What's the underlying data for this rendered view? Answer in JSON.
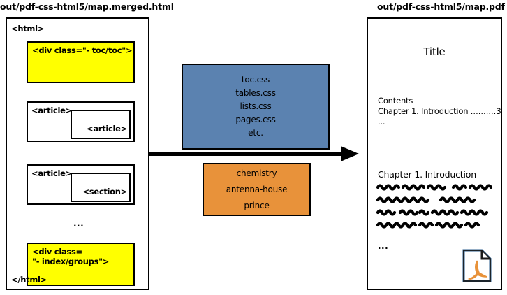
{
  "captions": {
    "left": "out/pdf-css-html5/map.merged.html",
    "right": "out/pdf-css-html5/map.pdf"
  },
  "colors": {
    "yellow_highlight": "#ffff00",
    "css_box_blue": "#5b82b0",
    "engine_box_orange": "#e8923a",
    "outline_black": "#000000",
    "pdf_icon_accent": "#e8923a",
    "pdf_icon_border": "#2b5d8c",
    "page_background": "#ffffff"
  },
  "html_panel": {
    "open_tag": "<html>",
    "close_tag": "</html>",
    "toc_box_label": "<div class=\"- toc/toc\">",
    "index_box_label": "<div class=\n\"- index/groups\">",
    "article_1": {
      "outer_label": "<article>",
      "inner_label": "<article>"
    },
    "article_2": {
      "outer_label": "<article>",
      "inner_label": "<section>"
    },
    "ellipsis": "..."
  },
  "css_box": {
    "lines": [
      "toc.css",
      "tables.css",
      "lists.css",
      "pages.css",
      "etc."
    ]
  },
  "engine_box": {
    "lines": [
      "chemistry",
      "antenna-house",
      "prince"
    ]
  },
  "arrow": {
    "label": "transform-arrow",
    "direction": "right"
  },
  "pdf_panel": {
    "title": "Title",
    "contents_heading": "Contents",
    "contents_entry_text": "Chapter 1. Introduction ",
    "contents_entry_dots": "..........",
    "contents_entry_page": "3",
    "contents_ellipsis": "...",
    "chapter_heading": "Chapter 1. Introduction",
    "body_ellipsis": "...",
    "body_line_count": 4,
    "file_icon_name": "pdf-file-icon"
  }
}
